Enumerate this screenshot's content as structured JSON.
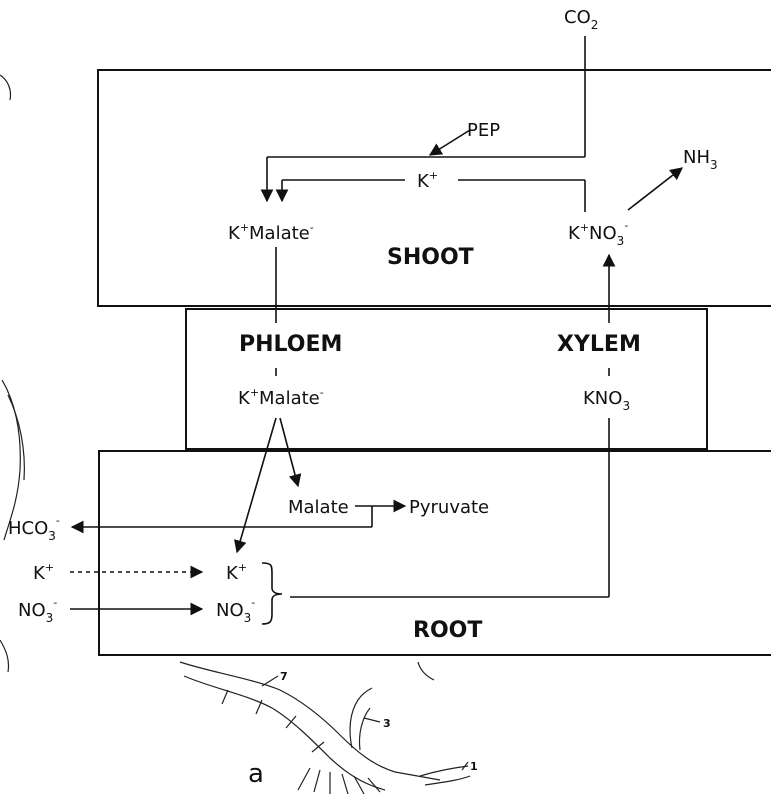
{
  "compartments": {
    "shoot": "SHOOT",
    "phloem": "PHLOEM",
    "xylem": "XYLEM",
    "root": "ROOT"
  },
  "shoot_labels": {
    "co2": "CO",
    "co2_sub": "2",
    "pep": "PEP",
    "k_plus": "K",
    "plus": "+",
    "nh3": "NH",
    "nh3_sub": "3",
    "k_malate_k": "K",
    "k_malate_rest": "Malate",
    "minus": "-",
    "k_no3_k": "K",
    "k_no3_no": "NO",
    "k_no3_sub": "3"
  },
  "transport_labels": {
    "phloem_k": "K",
    "phloem_malate": "Malate",
    "xylem_kno": "KNO",
    "xylem_sub": "3"
  },
  "root_labels": {
    "malate": "Malate",
    "pyruvate": "Pyruvate",
    "hco": "HCO",
    "hco_sub": "3",
    "ext_k": "K",
    "ext_no": "NO",
    "ext_no_sub": "3",
    "in_k": "K",
    "in_no": "NO",
    "in_no_sub": "3"
  },
  "sketch_labels": {
    "panel_letter": "a",
    "num_7": "7",
    "num_3": "3",
    "num_1": "1"
  }
}
